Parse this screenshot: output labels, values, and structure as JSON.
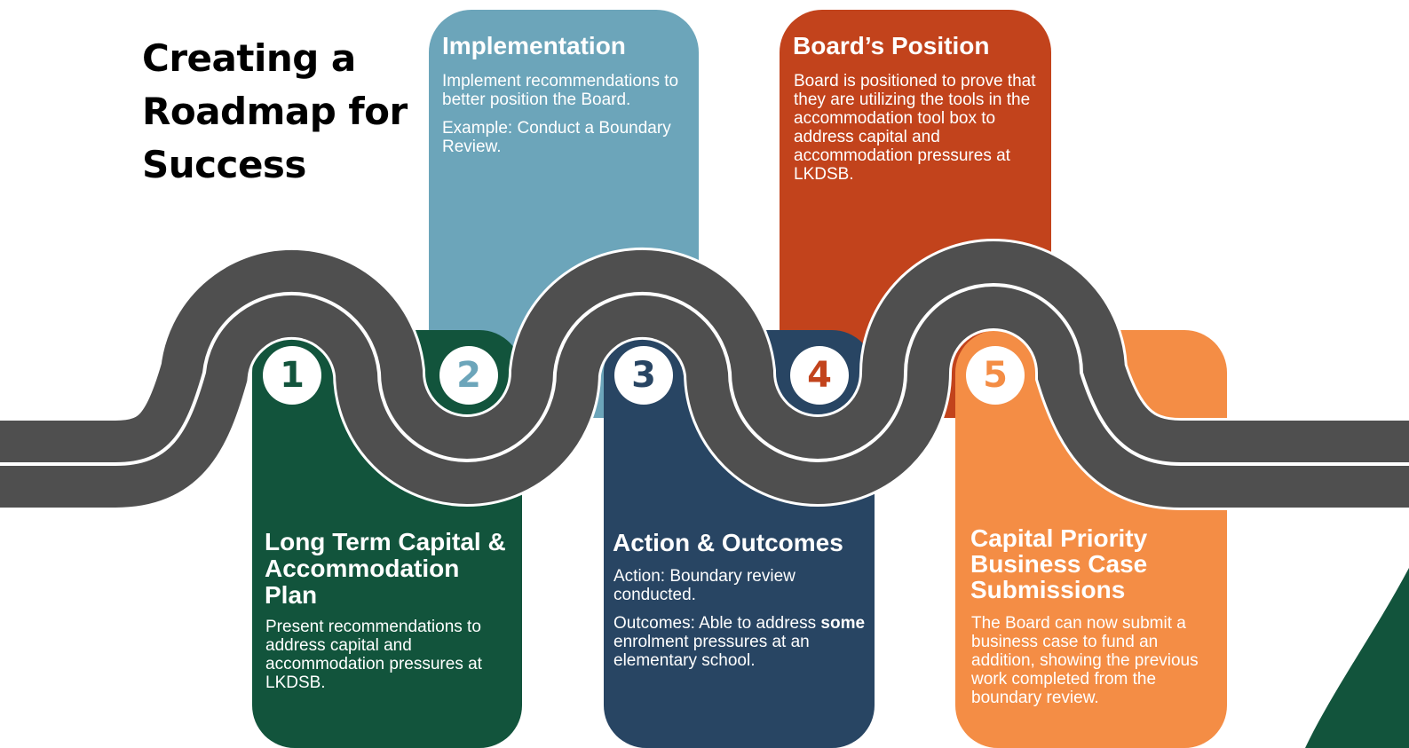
{
  "title": "Creating a\nRoadmap for\nSuccess",
  "colors": {
    "green": "#12543C",
    "blue": "#6CA5BA",
    "navy": "#284563",
    "red": "#C2431C",
    "orange": "#F48D45",
    "road": "#4F4F4F"
  },
  "steps": [
    {
      "number": "1",
      "title": "Long Term Capital & Accommodation Plan",
      "text": "Present recommendations to address capital and accommodation pressures at LKDSB."
    },
    {
      "number": "2",
      "title": "Implementation",
      "text": "Implement recommendations to better position the Board.",
      "text2": "Example: Conduct a Boundary Review."
    },
    {
      "number": "3",
      "title": "Action & Outcomes",
      "text": "Action: Boundary review conducted.",
      "text2_pre": "Outcomes: Able to address ",
      "text2_bold": "some",
      "text2_post": " enrolment pressures at an elementary school."
    },
    {
      "number": "4",
      "title": "Board’s Position",
      "text": "Board is positioned to prove that they are utilizing the tools in the accommodation tool box to address capital and accommodation pressures at LKDSB."
    },
    {
      "number": "5",
      "title": "Capital Priority Business Case Submissions",
      "text": "The Board can now submit a business case to fund an addition, showing the previous work completed from the boundary review."
    }
  ]
}
